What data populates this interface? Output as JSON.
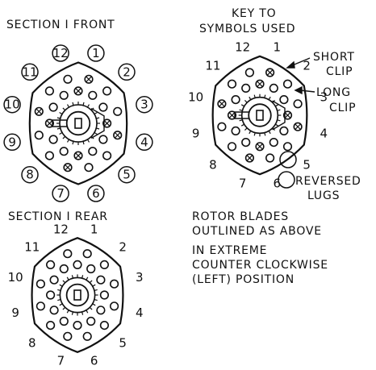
{
  "headings": {
    "front": "SECTION  I  FRONT",
    "key_line1": "KEY TO",
    "key_line2": "SYMBOLS USED",
    "rear": "SECTION  I  REAR"
  },
  "key_labels": {
    "short_line1": "SHORT",
    "short_line2": "CLIP",
    "long_line1": "LONG",
    "long_line2": "CLIP",
    "reversed_line1": "REVERSED",
    "reversed_line2": "LUGS"
  },
  "note": {
    "line1": "ROTOR  BLADES",
    "line2": "OUTLINED  AS  ABOVE",
    "line3": "IN  EXTREME",
    "line4": "COUNTER  CLOCKWISE",
    "line5": "(LEFT)  POSITION"
  },
  "terminal_numbers": [
    "1",
    "2",
    "3",
    "4",
    "5",
    "6",
    "7",
    "8",
    "9",
    "10",
    "11",
    "12"
  ],
  "colors": {
    "ink": "#111111",
    "background": "#ffffff"
  }
}
